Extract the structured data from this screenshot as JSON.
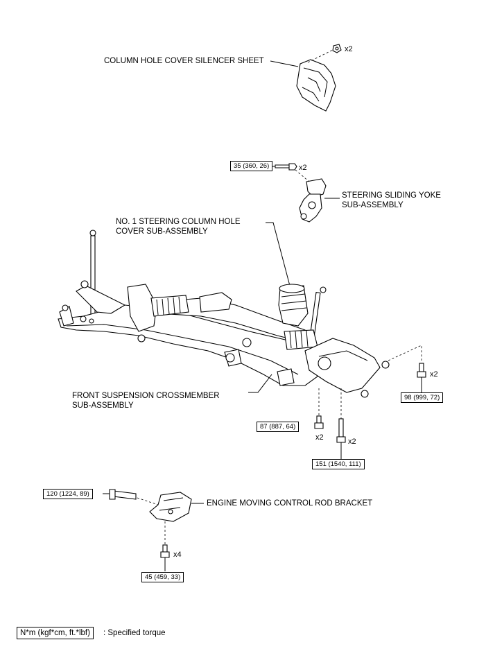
{
  "labels": {
    "silencer": "COLUMN HOLE COVER SILENCER SHEET",
    "yoke_1": "STEERING SLIDING YOKE",
    "yoke_2": "SUB-ASSEMBLY",
    "hole_cover_1": "NO. 1 STEERING COLUMN HOLE",
    "hole_cover_2": "COVER SUB-ASSEMBLY",
    "crossmember_1": "FRONT SUSPENSION CROSSMEMBER",
    "crossmember_2": "SUB-ASSEMBLY",
    "bracket": "ENGINE MOVING CONTROL ROD BRACKET"
  },
  "torques": {
    "yoke_bolt": "35 (360, 26)",
    "rear_bolt": "98 (999, 72)",
    "mid_bolt": "87 (887, 64)",
    "long_bolt": "151 (1540, 111)",
    "bracket_bolt": "120 (1224, 89)",
    "bracket_lower": "45 (459, 33)"
  },
  "quantities": {
    "clip": "x2",
    "yoke_bolt": "x2",
    "rear_bolt": "x2",
    "mid_bolt": "x2",
    "long_bolt": "x2",
    "bracket_lower": "x4"
  },
  "legend": {
    "unit": "N*m (kgf*cm, ft.*lbf)",
    "description": ": Specified torque"
  }
}
